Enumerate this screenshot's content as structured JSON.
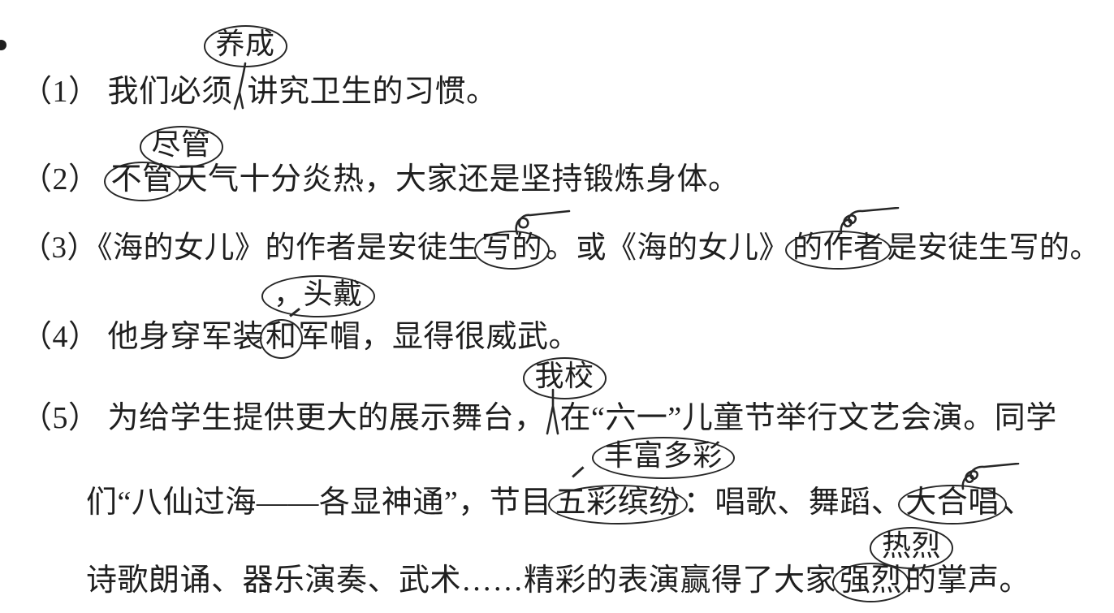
{
  "doc": {
    "type": "scanned Chinese sentence-correction worksheet",
    "ink_color": "#272727",
    "background": "#ffffff"
  },
  "lines": {
    "l1": {
      "pre": "（1） 我们必须",
      "insert": "养成",
      "post": "讲究卫生的习惯。"
    },
    "l2": {
      "pre": "（2） ",
      "wrong": "不管",
      "correct": "尽管",
      "post": "天气十分炎热，大家还是坚持锻炼身体。"
    },
    "l3": {
      "pre": "（3）《海的女儿》的作者是安徒生",
      "delete1": "写的",
      "mid": "。或《海的女儿》",
      "delete2": "的作者",
      "post": "是安徒生写的。"
    },
    "l4": {
      "pre": "（4） 他身穿军装",
      "wrong": "和",
      "correct": "，头戴",
      "post": "军帽，显得很威武。"
    },
    "l5": {
      "pre": "（5） 为给学生提供更大的展示舞台，",
      "insert": "我校",
      "post": "在“六一”儿童节举行文艺会演。同学"
    },
    "l6": {
      "pre": "们“八仙过海——各显神通”，节目",
      "wrong": "五彩缤纷",
      "correct": "丰富多彩",
      "mid": "：唱歌、舞蹈、",
      "delete": "大合唱",
      "post": "、"
    },
    "l7": {
      "pre": "诗歌朗诵、器乐演奏、武术……精彩的表演赢得了大家",
      "wrong": "强烈",
      "correct": "热烈",
      "post": "的掌声。"
    }
  }
}
